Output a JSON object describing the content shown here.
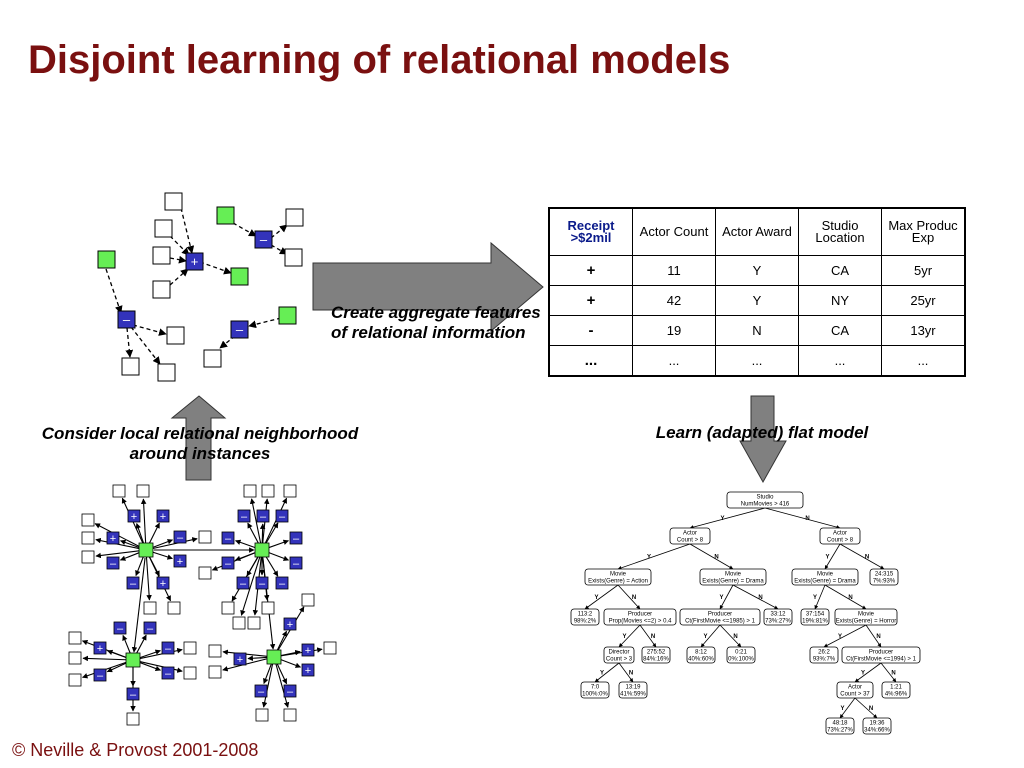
{
  "slide": {
    "title": "Disjoint learning of relational models",
    "caption_aggregate": "Create aggregate features of relational information",
    "caption_local": "Consider local relational neighborhood around instances",
    "caption_flat": "Learn (adapted) flat model",
    "footer": "© Neville & Provost 2001-2008"
  },
  "table": {
    "headers": [
      "Receipt >$2mil",
      "Actor Count",
      "Actor Award",
      "Studio Location",
      "Max Produc Exp"
    ],
    "rows": [
      [
        "+",
        "11",
        "Y",
        "CA",
        "5yr"
      ],
      [
        "+",
        "42",
        "Y",
        "NY",
        "25yr"
      ],
      [
        "-",
        "19",
        "N",
        "CA",
        "13yr"
      ],
      [
        "...",
        "...",
        "...",
        "...",
        "..."
      ]
    ]
  },
  "graph_symbols": {
    "plus": "+",
    "minus": "–"
  },
  "tree": {
    "nodes": {
      "root": [
        "Studio",
        "NumMovies > 416"
      ],
      "a1": [
        "Actor",
        "Count > 8"
      ],
      "a2": [
        "Actor",
        "Count > 8"
      ],
      "m1": [
        "Movie",
        "Exists(Genre) = Action"
      ],
      "m2": [
        "Movie",
        "Exists(Genre) = Drama"
      ],
      "m3": [
        "Movie",
        "Exists(Genre) = Drama"
      ],
      "l1": [
        "24:315",
        "7%:93%"
      ],
      "l2": [
        "113:2",
        "98%:2%"
      ],
      "p1": [
        "Producer",
        "Prop(Movies <=2) > 0.4"
      ],
      "p2": [
        "Producer",
        "Ct(FirstMovie <=1985) > 1"
      ],
      "l3": [
        "33:12",
        "73%:27%"
      ],
      "l4": [
        "37:154",
        "19%:81%"
      ],
      "m4": [
        "Movie",
        "Exists(Genre) = Horror"
      ],
      "d1": [
        "Director",
        "Count > 3"
      ],
      "l5": [
        "275:52",
        "84%:16%"
      ],
      "l6": [
        "8:12",
        "40%:60%"
      ],
      "l7": [
        "0:21",
        "0%:100%"
      ],
      "l8": [
        "26:2",
        "93%:7%"
      ],
      "p3": [
        "Producer",
        "Ct(FirstMovie <=1994) > 1"
      ],
      "l9": [
        "7:0",
        "100%:0%"
      ],
      "l10": [
        "13:19",
        "41%:59%"
      ],
      "a3": [
        "Actor",
        "Count > 37"
      ],
      "l11": [
        "1:21",
        "4%:96%"
      ],
      "l12": [
        "48:18",
        "73%:27%"
      ],
      "l13": [
        "19:36",
        "34%:66%"
      ]
    },
    "edges": [
      [
        "root",
        "a1",
        "Y"
      ],
      [
        "root",
        "a2",
        "N"
      ],
      [
        "a1",
        "m1",
        "Y"
      ],
      [
        "a1",
        "m2",
        "N"
      ],
      [
        "a2",
        "m3",
        "Y"
      ],
      [
        "a2",
        "l1",
        "N"
      ],
      [
        "m1",
        "l2",
        "Y"
      ],
      [
        "m1",
        "p1",
        "N"
      ],
      [
        "m2",
        "p2",
        "Y"
      ],
      [
        "m2",
        "l3",
        "N"
      ],
      [
        "m3",
        "l4",
        "Y"
      ],
      [
        "m3",
        "m4",
        "N"
      ],
      [
        "p1",
        "d1",
        "Y"
      ],
      [
        "p1",
        "l5",
        "N"
      ],
      [
        "p2",
        "l6",
        "Y"
      ],
      [
        "p2",
        "l7",
        "N"
      ],
      [
        "m4",
        "l8",
        "Y"
      ],
      [
        "m4",
        "p3",
        "N"
      ],
      [
        "d1",
        "l9",
        "Y"
      ],
      [
        "d1",
        "l10",
        "N"
      ],
      [
        "p3",
        "a3",
        "Y"
      ],
      [
        "p3",
        "l11",
        "N"
      ],
      [
        "a3",
        "l12",
        "Y"
      ],
      [
        "a3",
        "l13",
        "N"
      ]
    ]
  },
  "colors": {
    "title": "#7a1010",
    "header_highlight": "#0a1a8a",
    "green_node": "#66ee55",
    "blue_node": "#3333bb",
    "arrow_fill": "#808080"
  }
}
